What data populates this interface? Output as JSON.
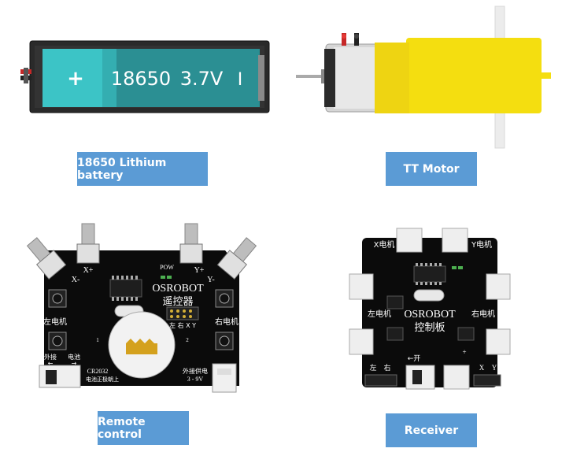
{
  "battery": {
    "plus_symbol": "+",
    "capacity_text": "18650",
    "voltage_text": "3.7V",
    "minus_symbol": "I",
    "label": "18650 Lithium battery"
  },
  "motor": {
    "label": "TT Motor"
  },
  "remote": {
    "label": "Remote control",
    "brand": "OSROBOT",
    "title_cn": "遥控器",
    "pow": "POW",
    "x_plus": "X+",
    "x_minus": "X-",
    "y_plus": "Y+",
    "y_minus": "Y-",
    "left_motor": "左电机",
    "right_motor": "右电机",
    "left_right_xy": "左 右 X Y",
    "external": "外接",
    "battery_cn": "电池",
    "arrow_left": "←",
    "arrow_right": "→",
    "cr2032": "CR2032",
    "battery_side_up": "电池正极朝上",
    "ext_power": "外接供电",
    "voltage_range": "3 - 9V",
    "sw1": "1",
    "sw2": "2"
  },
  "receiver": {
    "label": "Receiver",
    "brand": "OSROBOT",
    "title_cn": "控制板",
    "x_motor": "X电机",
    "y_motor": "Y电机",
    "left_motor": "左电机",
    "right_motor": "右电机",
    "open": "←开",
    "left": "左",
    "right": "右",
    "x": "X",
    "y": "Y",
    "plus": "+"
  }
}
